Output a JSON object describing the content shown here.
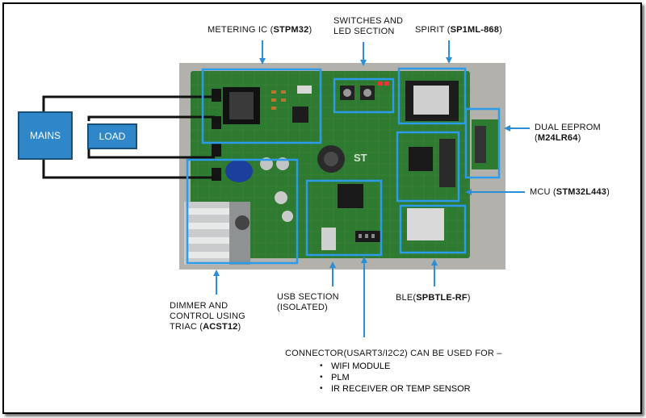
{
  "labels": {
    "metering": {
      "prefix": "METERING IC (",
      "part": "STPM32",
      "suffix": ")"
    },
    "switches": {
      "line1": "SWITCHES AND",
      "line2": "LED SECTION"
    },
    "spirit": {
      "prefix": "SPIRIT (",
      "part": "SP1ML-868",
      "suffix": ")"
    },
    "eeprom": {
      "line1": "DUAL EEPROM",
      "prefix": "(",
      "part": "M24LR64",
      "suffix": ")"
    },
    "mcu": {
      "prefix": "MCU (",
      "part": "STM32L443",
      "suffix": ")"
    },
    "ble": {
      "prefix": "BLE(",
      "part": "SPBTLE-RF",
      "suffix": ")"
    },
    "usb": {
      "line1": "USB SECTION",
      "line2": "(ISOLATED)"
    },
    "dimmer": {
      "line1": "DIMMER AND",
      "line2": "CONTROL USING",
      "prefix": "TRIAC (",
      "part": "ACST12",
      "suffix": ")"
    },
    "connector": {
      "title": "CONNECTOR(USART3/I2C2) CAN BE USED FOR –",
      "items": [
        "WIFI MODULE",
        "PLM",
        "IR RECEIVER OR TEMP SENSOR"
      ]
    }
  },
  "boxes": {
    "mains": "MAINS",
    "load": "LOAD"
  },
  "board_marking": "ST"
}
